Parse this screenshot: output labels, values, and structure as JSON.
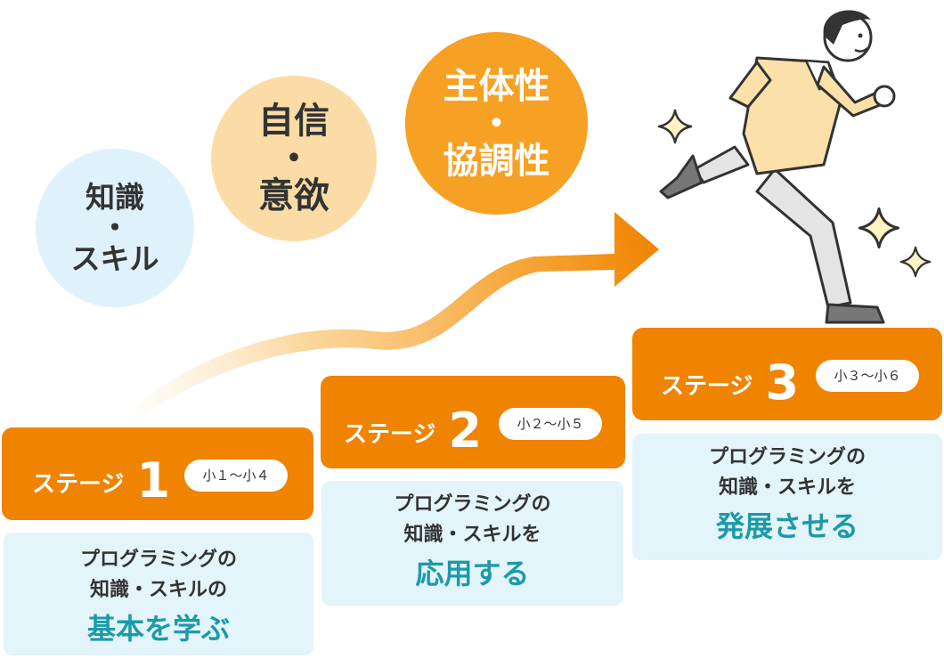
{
  "circles": [
    {
      "top": "知識",
      "dot": "・",
      "bottom": "スキル"
    },
    {
      "top": "自信",
      "dot": "・",
      "bottom": "意欲"
    },
    {
      "top": "主体性",
      "dot": "・",
      "bottom": "協調性"
    }
  ],
  "steps": [
    {
      "word": "ステージ",
      "num": "1",
      "grade": "小１〜小４",
      "line1": "プログラミングの",
      "line2": "知識・スキルの",
      "emphasis": "基本を学ぶ"
    },
    {
      "word": "ステージ",
      "num": "2",
      "grade": "小２〜小５",
      "line1": "プログラミングの",
      "line2": "知識・スキルを",
      "emphasis": "応用する"
    },
    {
      "word": "ステージ",
      "num": "3",
      "grade": "小３〜小６",
      "line1": "プログラミングの",
      "line2": "知識・スキルを",
      "emphasis": "発展させる"
    }
  ],
  "colors": {
    "step_orange": "#f08300",
    "panel_bg": "#e3f4fa",
    "emphasis_teal": "#1c9aa8",
    "circle1": "#dff1fa",
    "circle2": "#fcdca6",
    "circle3": "#f6a124"
  },
  "icons": [
    "growth-arrow-icon",
    "running-man-illustration",
    "sparkle-icon"
  ]
}
